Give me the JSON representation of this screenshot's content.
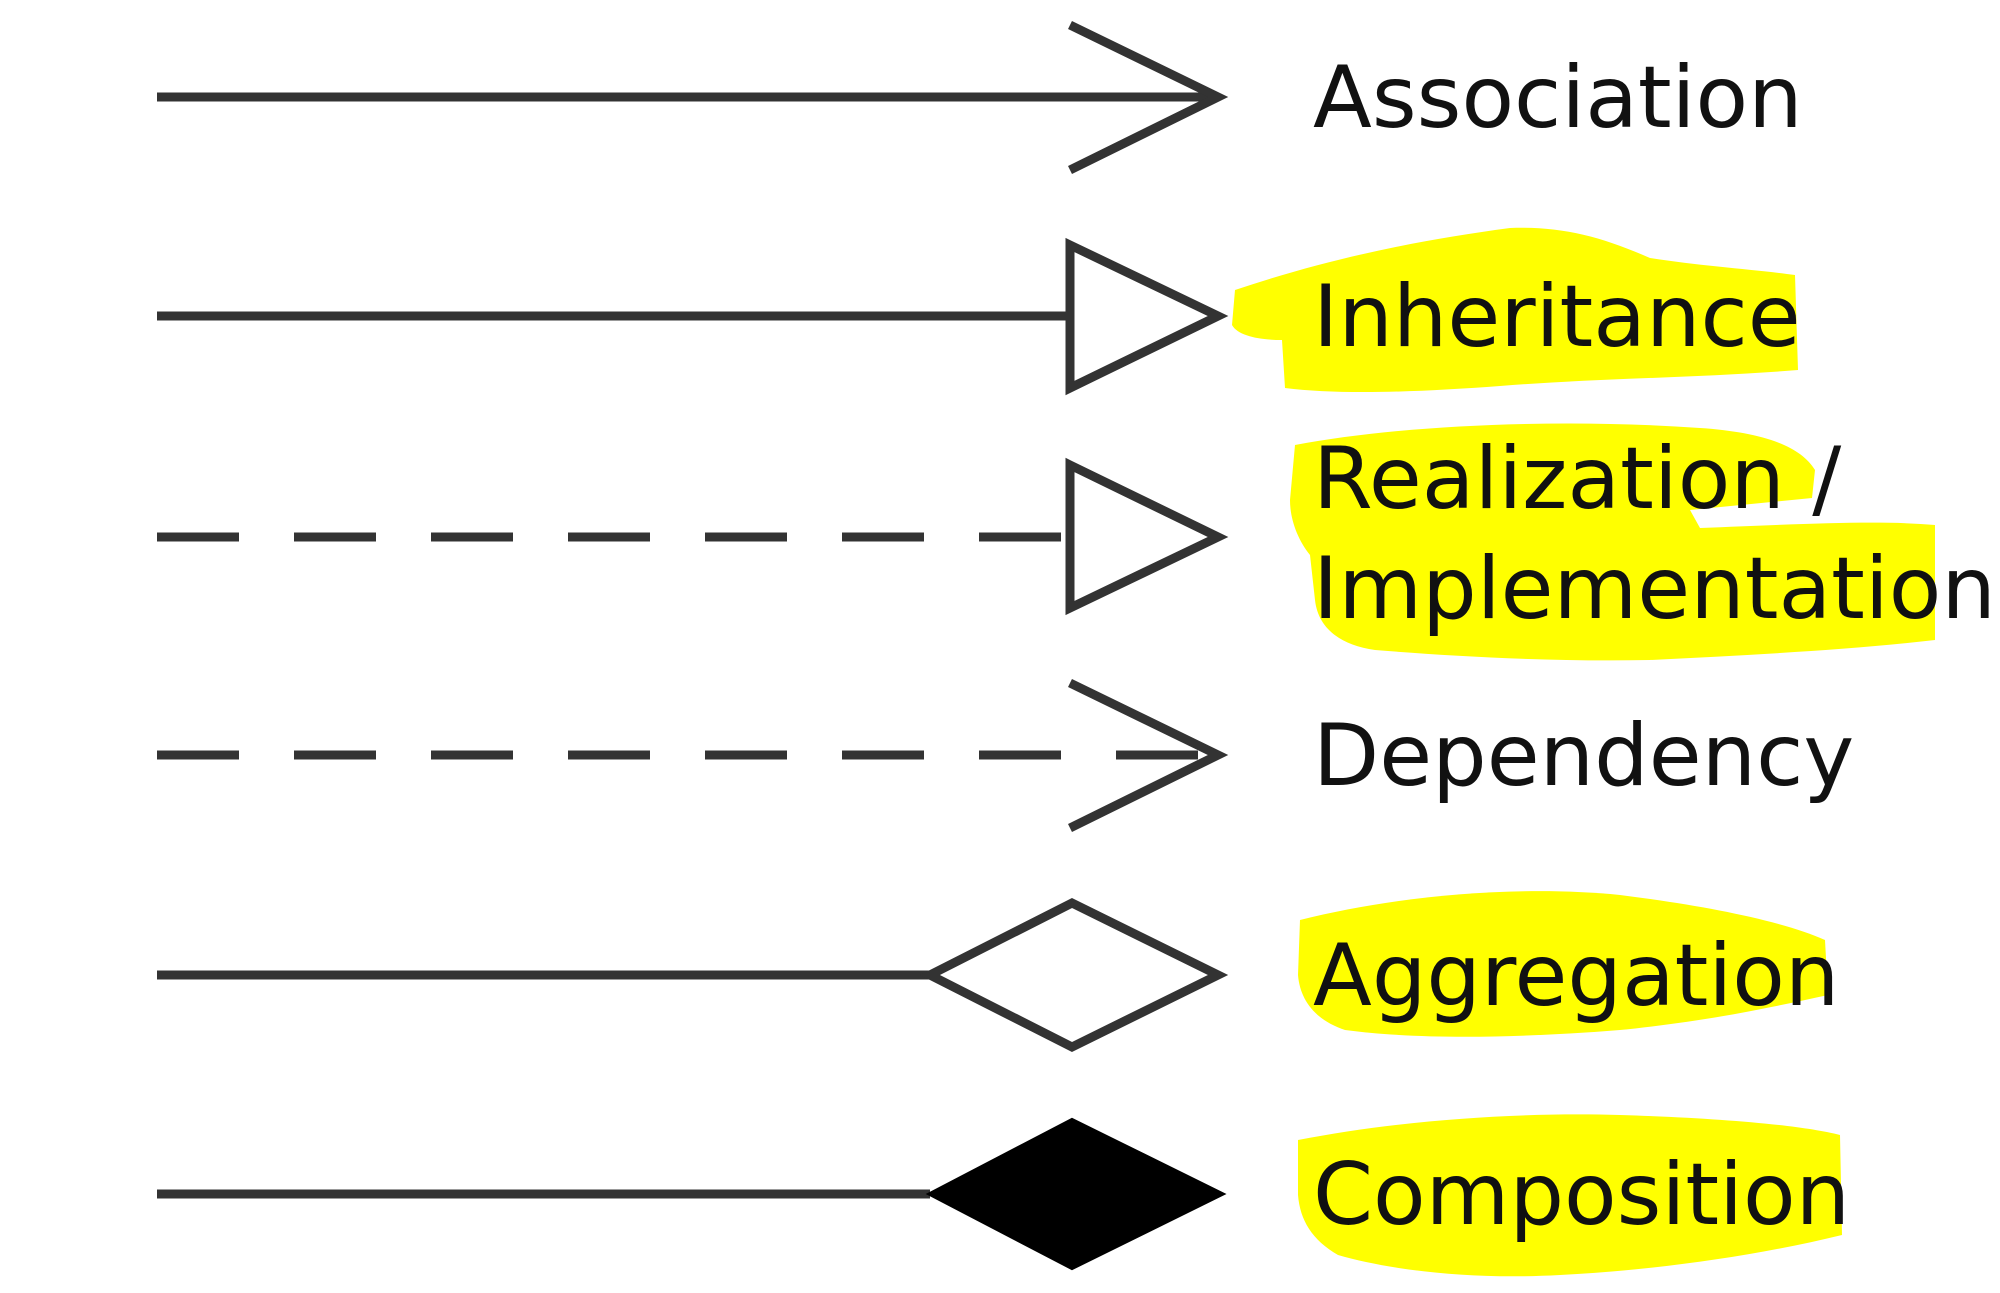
{
  "relationships": [
    {
      "key": "association",
      "label_lines": [
        "Association"
      ],
      "line_style": "solid",
      "head": "open-arrow",
      "highlighted": false
    },
    {
      "key": "inheritance",
      "label_lines": [
        "Inheritance"
      ],
      "line_style": "solid",
      "head": "hollow-triangle",
      "highlighted": true
    },
    {
      "key": "realization",
      "label_lines": [
        "Realization /",
        "Implementation"
      ],
      "line_style": "dashed",
      "head": "hollow-triangle",
      "highlighted": true
    },
    {
      "key": "dependency",
      "label_lines": [
        "Dependency"
      ],
      "line_style": "dashed",
      "head": "open-arrow",
      "highlighted": false
    },
    {
      "key": "aggregation",
      "label_lines": [
        "Aggregation"
      ],
      "line_style": "solid",
      "head": "hollow-diamond",
      "highlighted": true
    },
    {
      "key": "composition",
      "label_lines": [
        "Composition"
      ],
      "line_style": "solid",
      "head": "filled-diamond",
      "highlighted": true
    }
  ],
  "colors": {
    "stroke": "#333333",
    "highlight": "#ffff00",
    "text": "#111111",
    "fill_solid": "#000000",
    "background": "#ffffff"
  }
}
